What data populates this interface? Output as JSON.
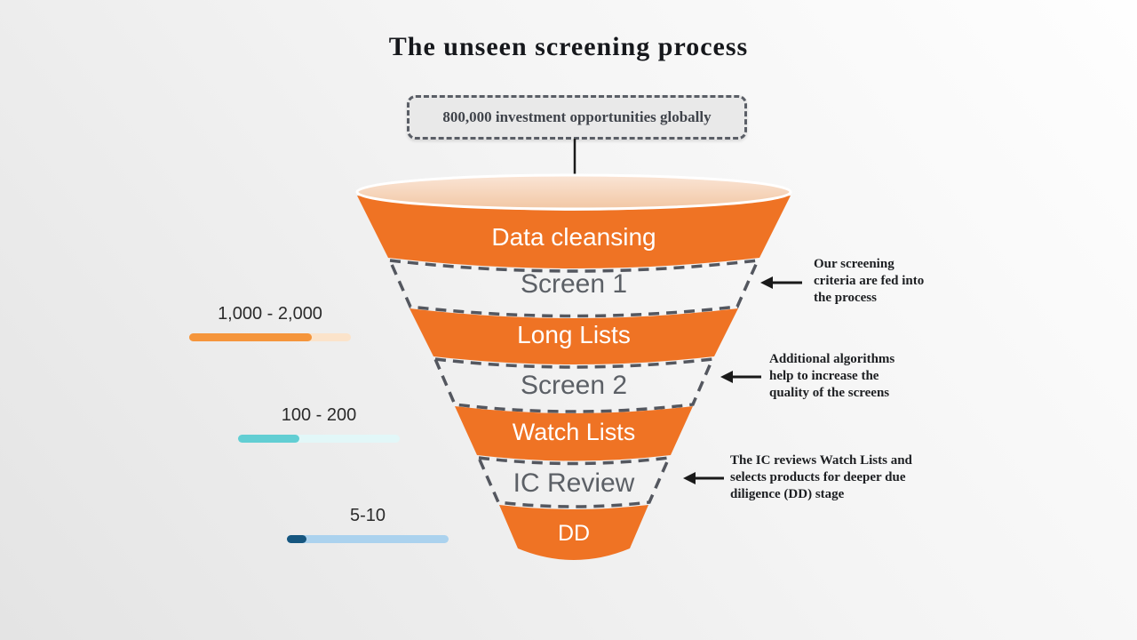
{
  "title": "The unseen screening process",
  "source_box": {
    "label": "800,000 investment opportunities globally"
  },
  "funnel": {
    "stages": [
      {
        "label": "Data cleansing",
        "style": "solid"
      },
      {
        "label": "Screen 1",
        "style": "dashed"
      },
      {
        "label": "Long Lists",
        "style": "solid"
      },
      {
        "label": "Screen 2",
        "style": "dashed"
      },
      {
        "label": "Watch Lists",
        "style": "solid"
      },
      {
        "label": "IC Review",
        "style": "dashed"
      },
      {
        "label": "DD",
        "style": "solid"
      }
    ]
  },
  "range_indicators": [
    {
      "label": "1,000 - 2,000",
      "fill_percent": 76,
      "fill_color": "#F5953B",
      "track_color": "#FBE3CA"
    },
    {
      "label": "100 - 200",
      "fill_percent": 38,
      "fill_color": "#62CED3",
      "track_color": "#E2F7F8"
    },
    {
      "label": "5-10",
      "fill_percent": 12,
      "fill_color": "#16567F",
      "track_color": "#ABD2EE"
    }
  ],
  "annotations": [
    {
      "lines": [
        "Our screening",
        "criteria are fed into",
        "the process"
      ]
    },
    {
      "lines": [
        "Additional algorithms",
        "help to increase the",
        "quality of the screens"
      ]
    },
    {
      "lines": [
        "The IC reviews Watch Lists and",
        "selects products for deeper due",
        "diligence (DD) stage"
      ]
    }
  ],
  "colors": {
    "funnel_orange": "#EF7324",
    "funnel_top_light": "#FAE5D6",
    "funnel_top_dark": "#F2C7A4",
    "dashed_gray": "#54575F",
    "stage_text_gray": "#5C6066",
    "arrow_black": "#1A1A1A"
  },
  "chart_data": {
    "type": "funnel",
    "title": "The unseen screening process",
    "stages": [
      "Data cleansing",
      "Screen 1",
      "Long Lists",
      "Screen 2",
      "Watch Lists",
      "IC Review",
      "DD"
    ],
    "input": "800,000 investment opportunities globally",
    "stage_ranges": [
      {
        "stage": "Long Lists",
        "range": "1,000 - 2,000"
      },
      {
        "stage": "Watch Lists",
        "range": "100 - 200"
      },
      {
        "stage": "DD",
        "range": "5-10"
      }
    ]
  }
}
